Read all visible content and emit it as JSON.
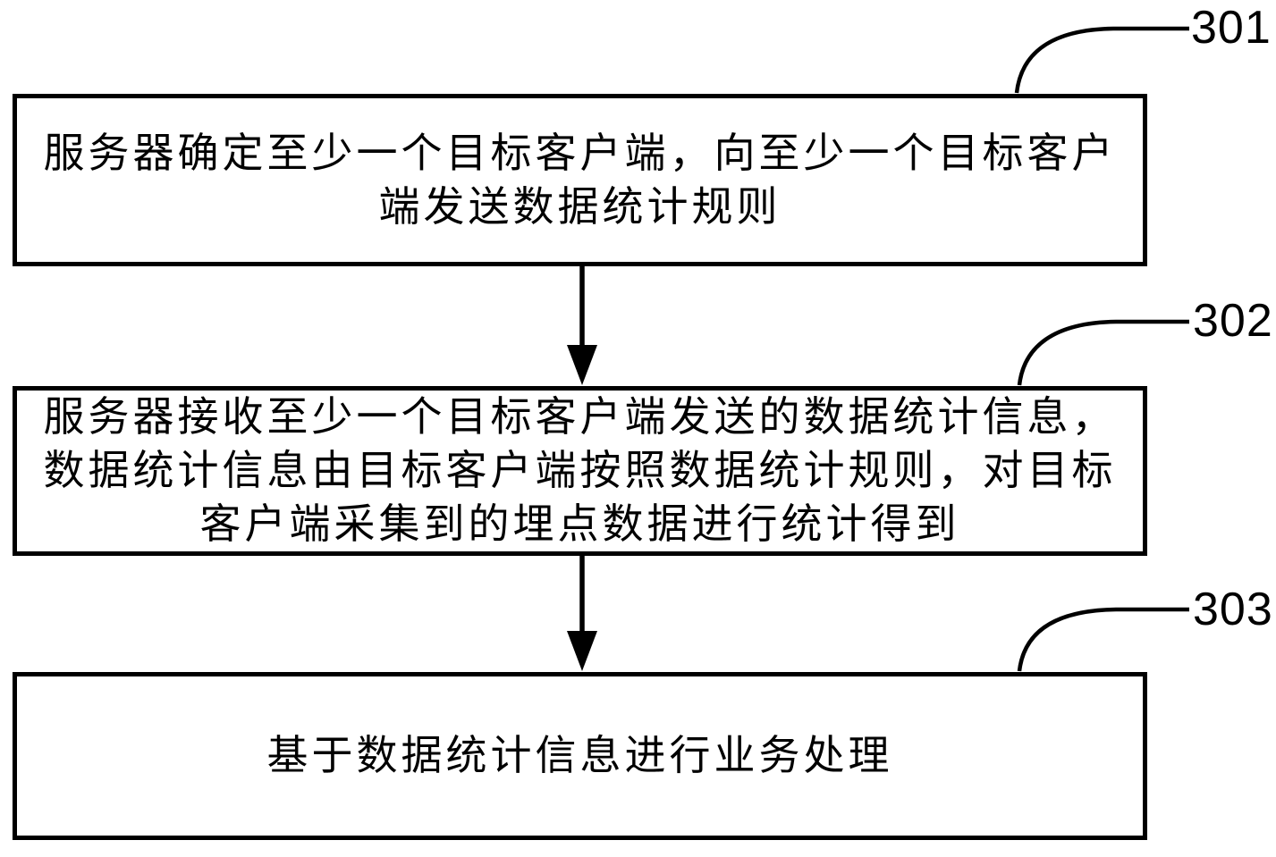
{
  "figure": {
    "type": "flowchart",
    "background_color": "#ffffff",
    "ink_color": "#000000",
    "steps": [
      {
        "ref": "301",
        "text": "服务器确定至少一个目标客户端，向至少一个目标客户端发送数据统计规则",
        "lines": [
          "服务器确定至少一个目标客户端，向至少一个目标客户",
          "端发送数据统计规则"
        ]
      },
      {
        "ref": "302",
        "text": "服务器接收至少一个目标客户端发送的数据统计信息，数据统计信息由目标客户端按照数据统计规则，对目标客户端采集到的埋点数据进行统计得到",
        "lines": [
          "服务器接收至少一个目标客户端发送的数据统计信息，",
          "数据统计信息由目标客户端按照数据统计规则，对目标",
          "客户端采集到的埋点数据进行统计得到"
        ]
      },
      {
        "ref": "303",
        "text": "基于数据统计信息进行业务处理",
        "lines": [
          "基于数据统计信息进行业务处理"
        ]
      }
    ]
  }
}
